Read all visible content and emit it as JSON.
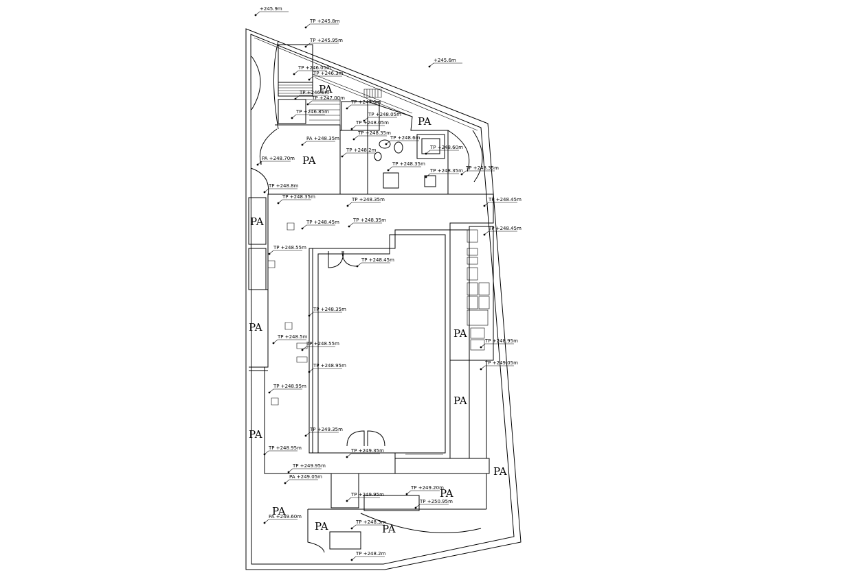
{
  "drawing": {
    "zone_label": "PA",
    "elevations": [
      {
        "id": "e1",
        "text": "+245.9m"
      },
      {
        "id": "e2",
        "text": "TP  +245.8m"
      },
      {
        "id": "e3",
        "text": "TP  +245.95m"
      },
      {
        "id": "e4",
        "text": "+245.6m"
      },
      {
        "id": "e5",
        "text": "TP +246.05m"
      },
      {
        "id": "e6",
        "text": "TP +246.3m"
      },
      {
        "id": "e7",
        "text": "TP +246.8m"
      },
      {
        "id": "e8",
        "text": "TP +247.00m"
      },
      {
        "id": "e9",
        "text": "TP +246.85m"
      },
      {
        "id": "e10",
        "text": "TP +247.6m"
      },
      {
        "id": "e11",
        "text": "TP +248.05m"
      },
      {
        "id": "e12",
        "text": "TP +248.05m"
      },
      {
        "id": "e13",
        "text": "PA +248.35m"
      },
      {
        "id": "e14",
        "text": "TP +248.35m"
      },
      {
        "id": "e15",
        "text": "TP +248.2m"
      },
      {
        "id": "e16",
        "text": "TP +248.6m"
      },
      {
        "id": "e17",
        "text": "TP +248.60m"
      },
      {
        "id": "e18",
        "text": "PA +248.70m"
      },
      {
        "id": "e19",
        "text": "TP +248.35m"
      },
      {
        "id": "e20",
        "text": "TP +248.8m"
      },
      {
        "id": "e21",
        "text": "TP +248.35m"
      },
      {
        "id": "e22",
        "text": "TP +248.35m"
      },
      {
        "id": "e23",
        "text": "TP +248.35m"
      },
      {
        "id": "e24",
        "text": "TP +248.35m"
      },
      {
        "id": "e25",
        "text": "TP +248.45m"
      },
      {
        "id": "e26",
        "text": "TP +248.45m"
      },
      {
        "id": "e27",
        "text": "TP +248.35m"
      },
      {
        "id": "e28",
        "text": "TP +248.45m"
      },
      {
        "id": "e29",
        "text": "TP +248.55m"
      },
      {
        "id": "e30",
        "text": "TP +248.45m"
      },
      {
        "id": "e31",
        "text": "TP +248.35m"
      },
      {
        "id": "e32",
        "text": "TP +248.5m"
      },
      {
        "id": "e33",
        "text": "TP +248.55m"
      },
      {
        "id": "e34",
        "text": "TP +248.95m"
      },
      {
        "id": "e35",
        "text": "TP +248.95m"
      },
      {
        "id": "e36",
        "text": "TP +249.05m"
      },
      {
        "id": "e37",
        "text": "TP +248.95m"
      },
      {
        "id": "e38",
        "text": "TP +249.35m"
      },
      {
        "id": "e39",
        "text": "TP +248.95m"
      },
      {
        "id": "e40",
        "text": "TP +249.35m"
      },
      {
        "id": "e41",
        "text": "TP +249.95m"
      },
      {
        "id": "e42",
        "text": "PA +249.05m"
      },
      {
        "id": "e43",
        "text": "TP +249.20m"
      },
      {
        "id": "e44",
        "text": "TP +249.95m"
      },
      {
        "id": "e45",
        "text": "TP +250.95m"
      },
      {
        "id": "e46",
        "text": "PA +249.60m"
      },
      {
        "id": "e47",
        "text": "TP +248.3m"
      },
      {
        "id": "e48",
        "text": "TP +248.2m"
      }
    ]
  }
}
